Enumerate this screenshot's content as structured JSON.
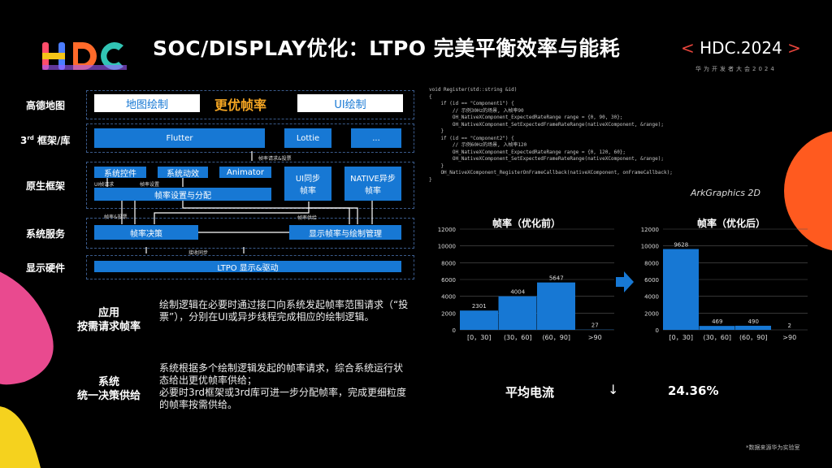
{
  "header": {
    "title": "SOC/DISPLAY优化：LTPO  完美平衡效率与能耗",
    "hdc_tag": "HDC.2024",
    "hdc_left": "<",
    "hdc_right": ">",
    "hdc_sub": "华为开发者大会2024"
  },
  "arch": {
    "rows": {
      "r1": "高德地图",
      "r2_pre": "3",
      "r2_sup": "rd",
      "r2_post": " 框架/库",
      "r3": "原生框架",
      "r4": "系统服务",
      "r5": "显示硬件"
    },
    "map_draw": "地图绘制",
    "better_rate": "更优帧率",
    "ui_draw": "UI绘制",
    "flutter": "Flutter",
    "lottie": "Lottie",
    "ellipsis": "...",
    "rate_req_vote": "帧率请求&投票",
    "sys_ctrl": "系统控件",
    "sys_anim": "系统动效",
    "animator": "Animator",
    "ui_sync_1": "UI同步",
    "ui_sync_2": "帧率",
    "native_async_1": "NATIVE异步",
    "native_async_2": "帧率",
    "req_small_1": "UI帧请求",
    "req_small_2": "帧率设置",
    "rate_set_alloc": "帧率设置与分配",
    "rate_vote": "帧率&投票",
    "rate_supply": "帧率供给",
    "rate_decision": "帧率决策",
    "display_mgmt": "显示帧率与绘制管理",
    "sync_signal": "接收同步",
    "ltpo_drive": "LTPO 显示&驱动"
  },
  "desc": {
    "app_h1": "应用",
    "app_h2": "按需请求帧率",
    "app_text": "绘制逻辑在必要时通过接口向系统发起帧率范围请求（“投票”），分别在UI或异步线程完成相应的绘制逻辑。",
    "sys_h1": "系统",
    "sys_h2": "统一决策供给",
    "sys_text1": "系统根据多个绘制逻辑发起的帧率请求，综合系统运行状态给出更优帧率供给；",
    "sys_text2": "必要时3rd框架或3rd库可进一步分配帧率，完成更细粒度的帧率按需供给。"
  },
  "code": {
    "lines": [
      "void Register(std::string &id)",
      "{",
      "    if (id == \"Component1\") {",
      "        // 示例30Hz的场景, 入帧率90",
      "        OH_NativeXComponent_ExpectedRateRange range = {0, 90, 30};",
      "        OH_NativeXComponent_SetExpectedFrameRateRange(nativeXComponent, &range);",
      "    }",
      "    if (id == \"Component2\") {",
      "        // 示例60Hz的场景, 入帧率120",
      "        OH_NativeXComponent_ExpectedRateRange range = {0, 120, 60};",
      "        OH_NativeXComponent_SetExpectedFrameRateRange(nativeXComponent, &range);",
      "    }",
      "    OH_NativeXComponent_RegisterOnFrameCallback(nativeXComponent, onFrameCallback);",
      "}"
    ],
    "brand": "ArkGraphics 2D"
  },
  "chart_data": [
    {
      "type": "bar",
      "title": "帧率（优化前）",
      "categories": [
        "[0，30]",
        "(30，60]",
        "(60，90]",
        ">90"
      ],
      "values": [
        2301,
        4004,
        5647,
        27
      ],
      "ylim": [
        0,
        12000
      ],
      "yticks": [
        0,
        2000,
        4000,
        6000,
        8000,
        10000,
        12000
      ],
      "color": "#1778d4"
    },
    {
      "type": "bar",
      "title": "帧率（优化后）",
      "categories": [
        "[0，30]",
        "(30，60]",
        "(60，90]",
        ">90"
      ],
      "values": [
        9628,
        469,
        490,
        2
      ],
      "ylim": [
        0,
        12000
      ],
      "yticks": [
        0,
        2000,
        4000,
        6000,
        8000,
        10000,
        12000
      ],
      "color": "#1778d4"
    }
  ],
  "result": {
    "label": "平均电流",
    "arrow": "↓",
    "value": "24.36%"
  },
  "footnote": "*数据来源华为实验室",
  "colors": {
    "accent": "#1778d4",
    "orange": "#f5a623",
    "red": "#e8453c"
  }
}
